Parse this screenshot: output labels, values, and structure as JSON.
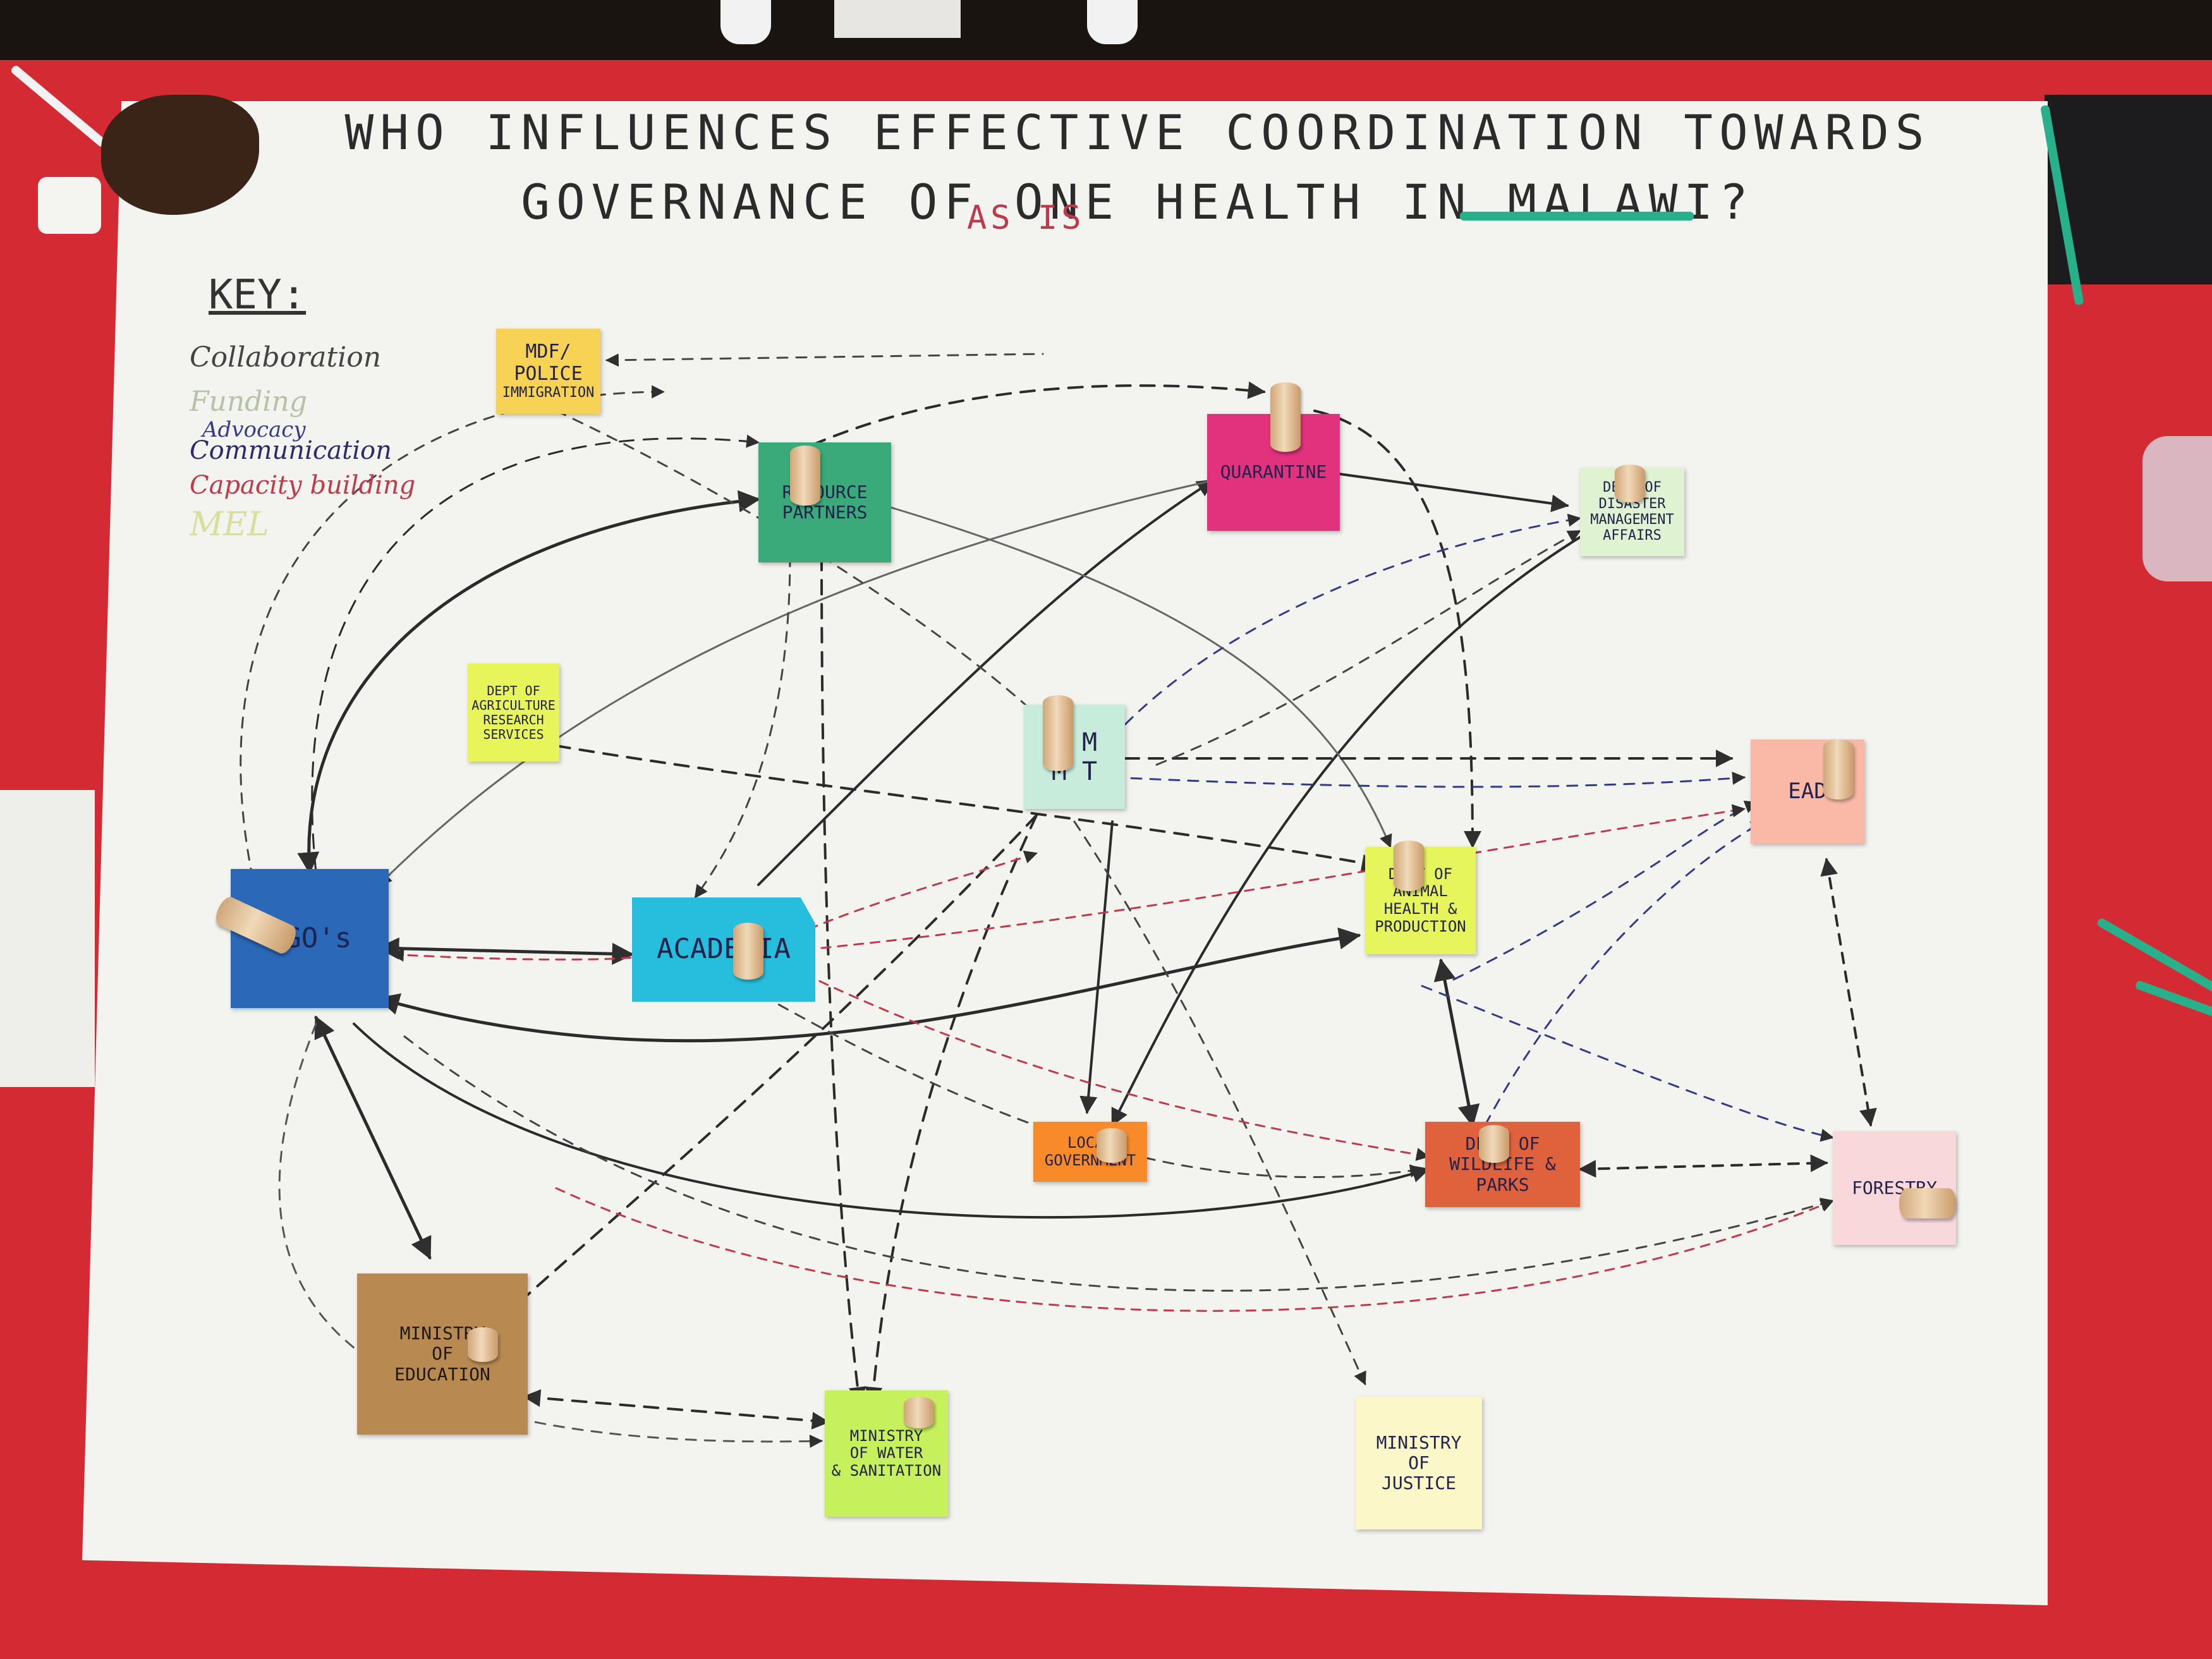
{
  "poster": {
    "title_line1": "WHO INFLUENCES EFFECTIVE COORDINATION TOWARDS",
    "title_line2": "GOVERNANCE OF ONE HEALTH IN MALAWI?",
    "subtitle": "AS IS",
    "colors": {
      "paper": "#f3f3ef",
      "table": "#d42a33",
      "ink": "#2b2b2b"
    }
  },
  "key": {
    "title": "KEY:",
    "items": [
      {
        "label": "Collaboration",
        "color": "#444444"
      },
      {
        "label": "Funding",
        "color": "#b9c0a8"
      },
      {
        "label": "Advocacy",
        "color": "#3a3a8a"
      },
      {
        "label": "Communication",
        "color": "#2b2b6b"
      },
      {
        "label": "Capacity building",
        "color": "#c0394b"
      },
      {
        "label": "MEL",
        "color": "#d8df9a"
      }
    ]
  },
  "notes": {
    "mdf": {
      "line1": "MDF/",
      "line2": "POLICE",
      "line3": "IMMIGRATION",
      "color": "#f7d254"
    },
    "resource": {
      "line1": "RESOURCE",
      "line2": "PARTNERS",
      "color": "#3aaa7a"
    },
    "quarantine": {
      "line1": "QUARANTINE",
      "color": "#e2317d"
    },
    "disaster": {
      "line1": "DEPT OF",
      "line2": "DISASTER",
      "line3": "MANAGEMENT",
      "line4": "AFFAIRS",
      "color": "#dff2d2"
    },
    "agri": {
      "line1": "DEPT OF",
      "line2": "AGRICULTURE",
      "line3": "RESEARCH",
      "line4": "SERVICES",
      "color": "#e8f55a"
    },
    "pmm": {
      "line1": "P M",
      "line2": "M T",
      "color": "#c8ecdc"
    },
    "ead": {
      "line1": "EAD",
      "color": "#f9b9a6"
    },
    "animal": {
      "line1": "DEPT OF",
      "line2": "ANIMAL",
      "line3": "HEALTH &",
      "line4": "PRODUCTION",
      "color": "#e7f55d"
    },
    "ngos": {
      "line1": "NGO's",
      "color": "#2c68b8"
    },
    "academia": {
      "line1": "ACADEMIA",
      "color": "#27bede"
    },
    "local": {
      "line1": "LOCAL",
      "line2": "GOVERNMENT",
      "color": "#f98a2a"
    },
    "wildlife": {
      "line1": "DEPT OF",
      "line2": "WILDLIFE &",
      "line3": "PARKS",
      "color": "#e0623c"
    },
    "forestry": {
      "line1": "FORESTRY",
      "color": "#f9d8dc"
    },
    "education": {
      "line1": "MINISTRY",
      "line2": "OF",
      "line3": "EDUCATION",
      "color": "#b88a52"
    },
    "water": {
      "line1": "MINISTRY",
      "line2": "OF WATER",
      "line3": "& SANITATION",
      "color": "#c6f05c"
    },
    "justice": {
      "line1": "MINISTRY",
      "line2": "OF",
      "line3": "JUSTICE",
      "color": "#fbf7c8"
    }
  }
}
